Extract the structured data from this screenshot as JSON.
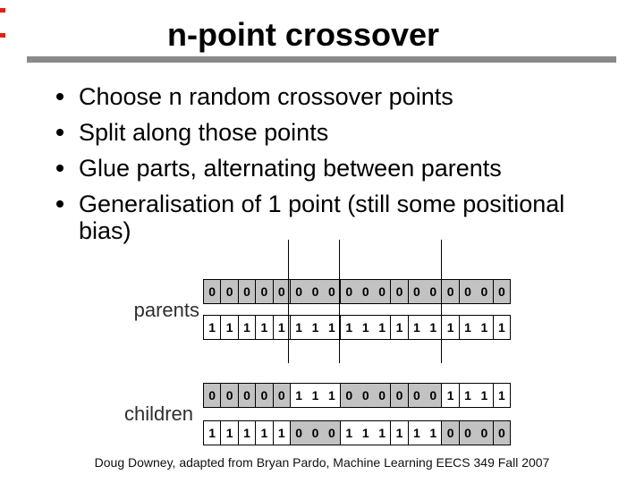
{
  "slide": {
    "title": "n-point crossover",
    "bullets": [
      "Choose n random crossover points",
      "Split along those points",
      "Glue parts, alternating between parents",
      "Generalisation of 1 point (still some positional bias)"
    ],
    "footer": "Doug Downey, adapted from Bryan Pardo, Machine Learning EECS 349 Fall 2007"
  },
  "diagram": {
    "parents_label": "parents",
    "children_label": "children",
    "n_cells": 18,
    "crossover_points": [
      5,
      8,
      14
    ],
    "cell_separators": [
      1,
      2,
      3,
      4,
      5,
      8,
      11,
      12,
      14,
      15,
      17
    ],
    "rows": [
      {
        "name": "parent-row-top",
        "bits": "000000000000000000",
        "shades": "gggggggggggggggggg"
      },
      {
        "name": "parent-row-bottom",
        "bits": "111111111111111111",
        "shades": "wwwwwwwwwwwwwwwwww"
      },
      {
        "name": "child-row-top",
        "bits": "000001110000001111",
        "shades": "gggggwwwggggggwwww"
      },
      {
        "name": "child-row-bottom",
        "bits": "111110001111110000",
        "shades": "wwwwwgggwwwwwwgggg"
      }
    ],
    "colors": {
      "cell_gray": "#c2c2c2",
      "cell_white": "#ffffff",
      "grid_line": "#000000"
    }
  },
  "decorations": {
    "rule_color": "#8a8a8a",
    "edge_mark_color": "#dd2211"
  }
}
